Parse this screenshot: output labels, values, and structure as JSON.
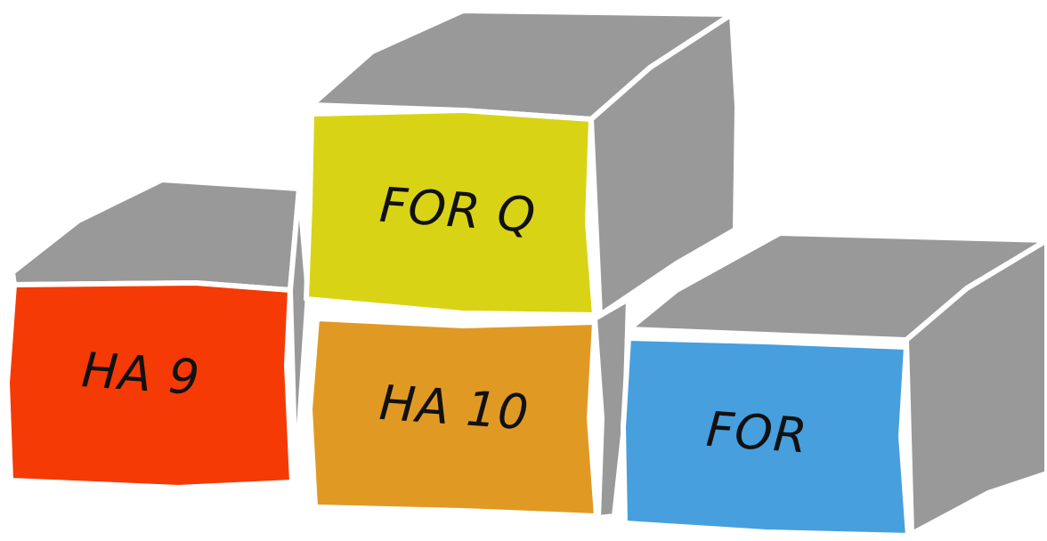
{
  "blocks": [
    {
      "id": "ha9",
      "label": "HA 9",
      "color": "#f53a06"
    },
    {
      "id": "forq",
      "label": "FOR Q",
      "color": "#d9d316"
    },
    {
      "id": "ha10",
      "label": "HA 10",
      "color": "#e09a24"
    },
    {
      "id": "for",
      "label": "FOR",
      "color": "#479fdd"
    }
  ],
  "side_color": "#999999"
}
